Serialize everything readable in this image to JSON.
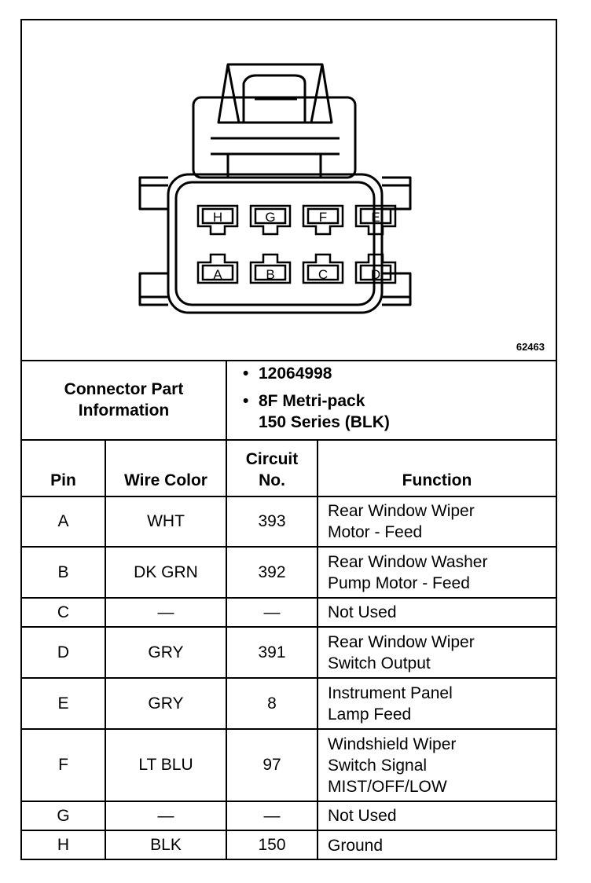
{
  "diagram": {
    "figure_number": "62463",
    "pin_labels_top": [
      "H",
      "G",
      "F",
      "E"
    ],
    "pin_labels_bottom": [
      "A",
      "B",
      "C",
      "D"
    ]
  },
  "connector_info": {
    "label_line1": "Connector Part",
    "label_line2": "Information",
    "part_number": "12064998",
    "type_line1": "8F Metri-pack",
    "type_line2": "150 Series (BLK)"
  },
  "columns": {
    "pin": "Pin",
    "wire_color": "Wire Color",
    "circuit_line1": "Circuit",
    "circuit_line2": "No.",
    "function": "Function"
  },
  "rows": [
    {
      "pin": "A",
      "wire_color": "WHT",
      "circuit": "393",
      "function": [
        "Rear Window Wiper",
        "Motor - Feed"
      ]
    },
    {
      "pin": "B",
      "wire_color": "DK GRN",
      "circuit": "392",
      "function": [
        "Rear Window Washer",
        "Pump Motor - Feed"
      ]
    },
    {
      "pin": "C",
      "wire_color": "—",
      "circuit": "—",
      "function": [
        "Not Used"
      ]
    },
    {
      "pin": "D",
      "wire_color": "GRY",
      "circuit": "391",
      "function": [
        "Rear Window Wiper",
        "Switch Output"
      ]
    },
    {
      "pin": "E",
      "wire_color": "GRY",
      "circuit": "8",
      "function": [
        "Instrument Panel",
        "Lamp Feed"
      ]
    },
    {
      "pin": "F",
      "wire_color": "LT BLU",
      "circuit": "97",
      "function": [
        "Windshield Wiper",
        "Switch Signal",
        "MIST/OFF/LOW"
      ]
    },
    {
      "pin": "G",
      "wire_color": "—",
      "circuit": "—",
      "function": [
        "Not Used"
      ]
    },
    {
      "pin": "H",
      "wire_color": "BLK",
      "circuit": "150",
      "function": [
        "Ground"
      ]
    }
  ]
}
